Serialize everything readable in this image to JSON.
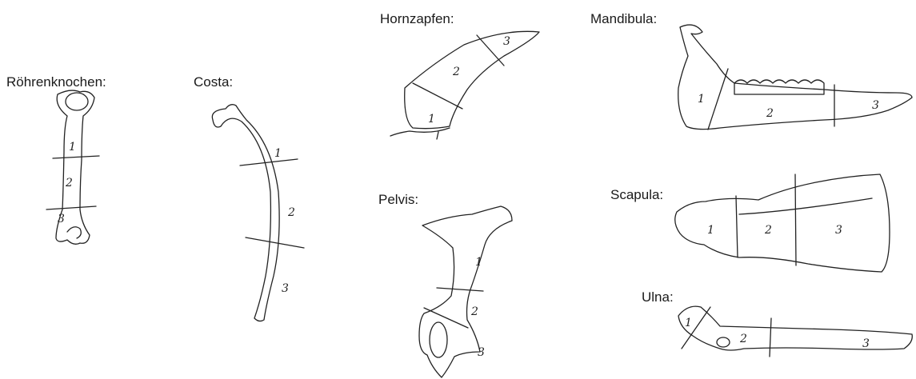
{
  "labels": {
    "roehrenknochen": "Röhrenknochen:",
    "costa": "Costa:",
    "hornzapfen": "Hornzapfen:",
    "pelvis": "Pelvis:",
    "mandibula": "Mandibula:",
    "scapula": "Scapula:",
    "ulna": "Ulna:"
  },
  "segments": [
    "1",
    "2",
    "3"
  ]
}
